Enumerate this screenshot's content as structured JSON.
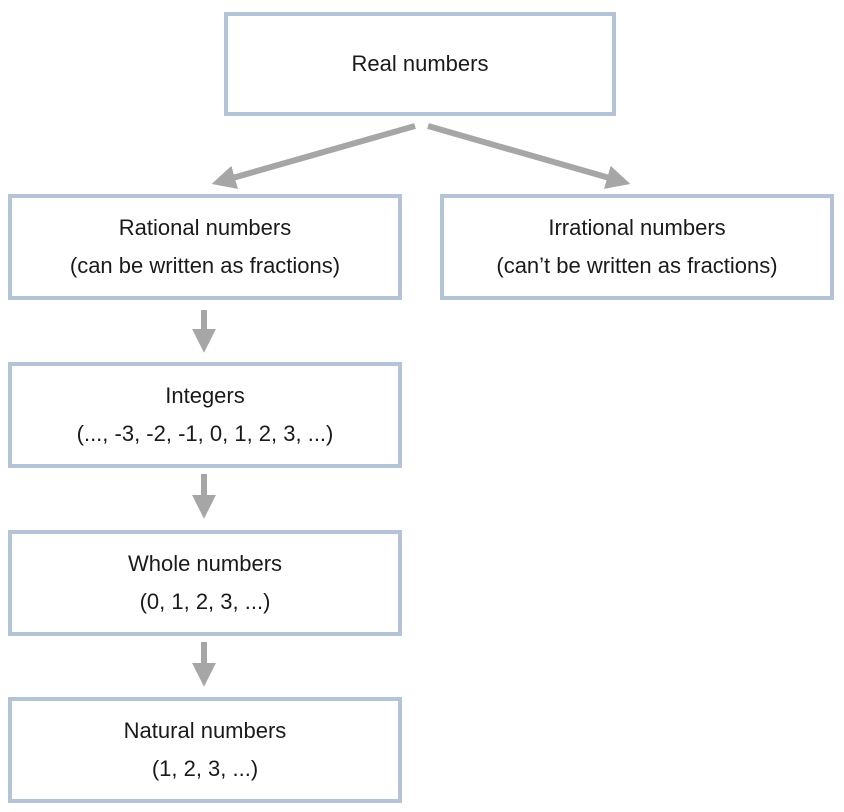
{
  "nodes": {
    "real": {
      "line1": "Real numbers"
    },
    "rational": {
      "line1": "Rational numbers",
      "line2": "(can be written as fractions)"
    },
    "irrational": {
      "line1": "Irrational numbers",
      "line2": "(can’t be written as fractions)"
    },
    "integers": {
      "line1": "Integers",
      "line2": "(..., -3, -2, -1, 0, 1, 2, 3, ...)"
    },
    "whole": {
      "line1": "Whole numbers",
      "line2": "(0, 1, 2, 3, ...)"
    },
    "natural": {
      "line1": "Natural numbers",
      "line2": "(1, 2, 3, ...)"
    }
  },
  "edges": [
    {
      "from": "real",
      "to": "rational"
    },
    {
      "from": "real",
      "to": "irrational"
    },
    {
      "from": "rational",
      "to": "integers"
    },
    {
      "from": "integers",
      "to": "whole"
    },
    {
      "from": "whole",
      "to": "natural"
    }
  ],
  "colors": {
    "box_border": "#b4c3d5",
    "arrow": "#a6a6a6",
    "text": "#1a1a1a"
  }
}
